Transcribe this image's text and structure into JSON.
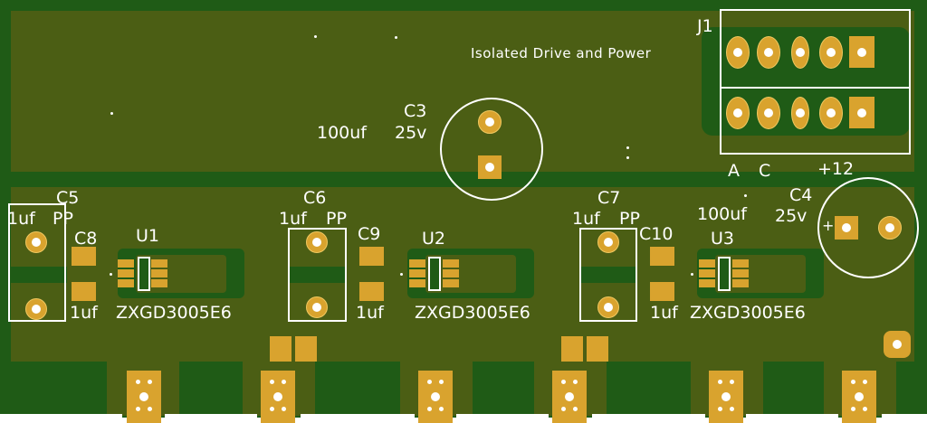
{
  "title": "Isolated Drive and Power",
  "connector": {
    "ref": "J1",
    "pin_labels": [
      "A",
      "C",
      "+12"
    ]
  },
  "capacitors": [
    {
      "ref": "C3",
      "value": "100uf",
      "voltage": "25v"
    },
    {
      "ref": "C4",
      "value": "100uf",
      "voltage": "25v",
      "polarity": "+"
    },
    {
      "ref": "C5",
      "value": "1uf",
      "type": "PP"
    },
    {
      "ref": "C6",
      "value": "1uf",
      "type": "PP"
    },
    {
      "ref": "C7",
      "value": "1uf",
      "type": "PP"
    },
    {
      "ref": "C8",
      "value": "1uf"
    },
    {
      "ref": "C9",
      "value": "1uf"
    },
    {
      "ref": "C10",
      "value": "1uf"
    }
  ],
  "ics": [
    {
      "ref": "U1",
      "part": "ZXGD3005E6"
    },
    {
      "ref": "U2",
      "part": "ZXGD3005E6"
    },
    {
      "ref": "U3",
      "part": "ZXGD3005E6"
    }
  ],
  "colors": {
    "board": "#1f5b16",
    "pour": "#4b5e14",
    "copper": "#d9a32e",
    "silkscreen": "#ffffff"
  }
}
